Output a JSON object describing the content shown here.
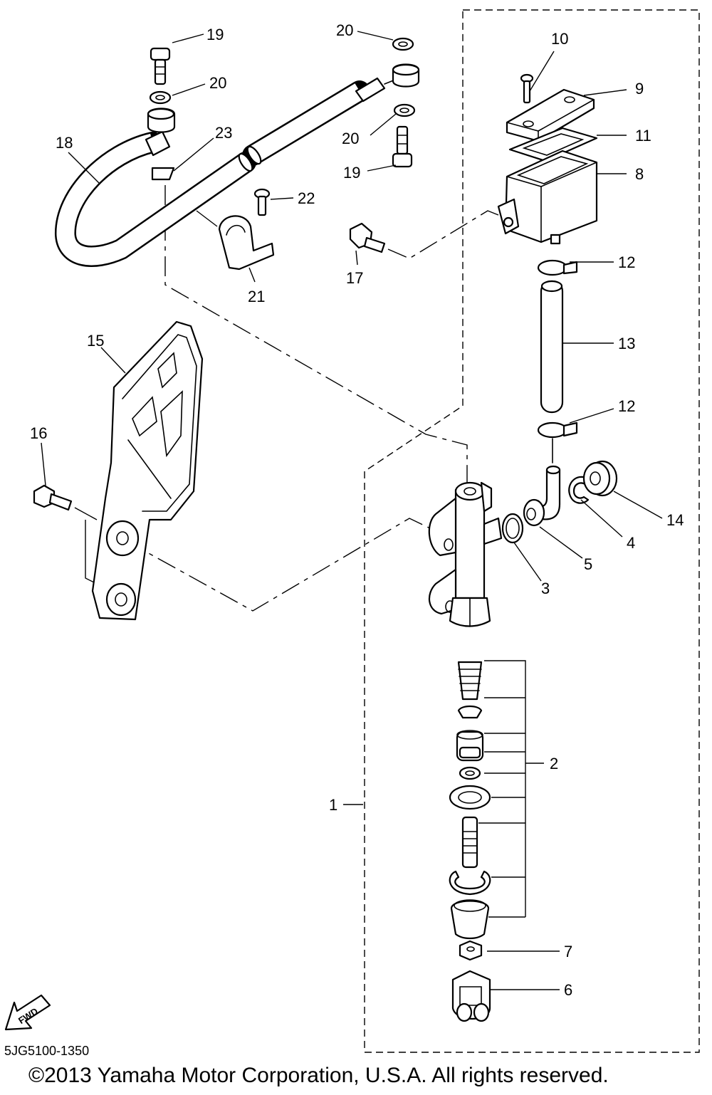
{
  "callouts": {
    "c1": "1",
    "c2": "2",
    "c3": "3",
    "c4": "4",
    "c5": "5",
    "c6": "6",
    "c7": "7",
    "c8": "8",
    "c9": "9",
    "c10": "10",
    "c11": "11",
    "c12a": "12",
    "c12b": "12",
    "c13": "13",
    "c14": "14",
    "c15": "15",
    "c16": "16",
    "c17": "17",
    "c18": "18",
    "c19a": "19",
    "c19b": "19",
    "c20a": "20",
    "c20b": "20",
    "c20c": "20",
    "c21": "21",
    "c22": "22",
    "c23": "23"
  },
  "fwd_label": "FWD",
  "footer": {
    "doc_code": "5JG5100-1350",
    "copyright": "©2013 Yamaha Motor Corporation, U.S.A. All rights reserved."
  }
}
